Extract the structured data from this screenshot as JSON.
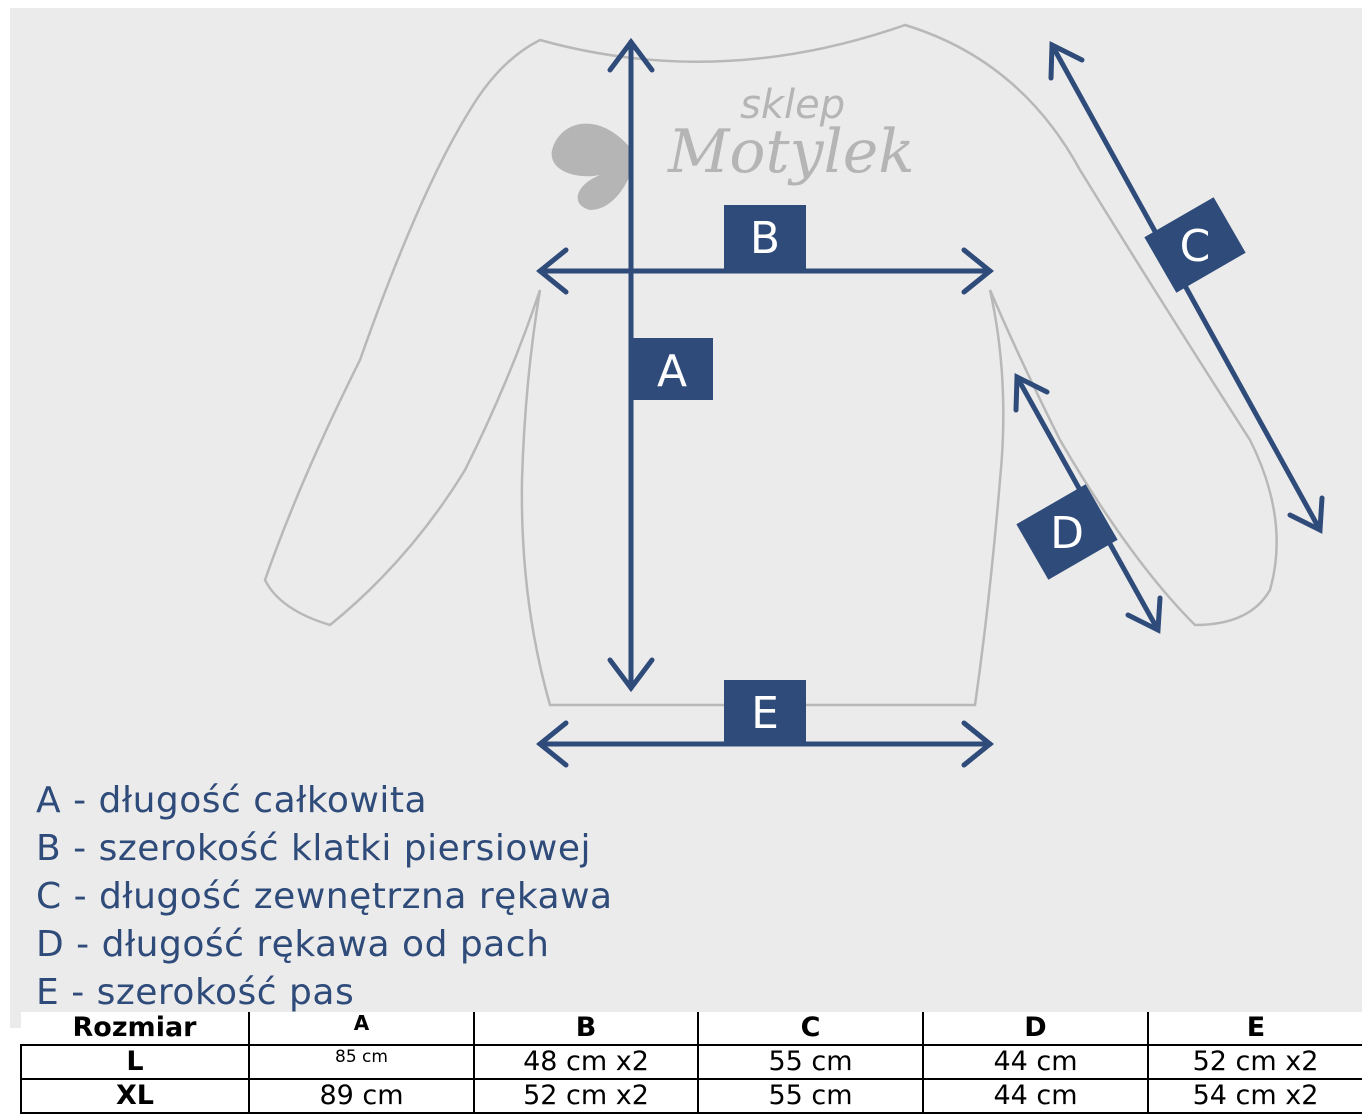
{
  "watermark": {
    "small": "sklep",
    "large": "Motylek"
  },
  "diagram_labels": {
    "a": "A",
    "b": "B",
    "c": "C",
    "d": "D",
    "e": "E"
  },
  "colors": {
    "accent": "#2f4b7a",
    "outline": "#b8b8b8",
    "panel": "#ebebeb"
  },
  "legend": [
    "A - długość całkowita",
    "B  - szerokość klatki piersiowej",
    "C - długość zewnętrzna rękawa",
    "D - długość rękawa od pach",
    "E  - szerokość pas"
  ],
  "table": {
    "headers": [
      "Rozmiar",
      "A",
      "B",
      "C",
      "D",
      "E"
    ],
    "rows": [
      [
        "L",
        "85 cm",
        "48 cm x2",
        "55 cm",
        "44 cm",
        "52 cm x2"
      ],
      [
        "XL",
        "89 cm",
        "52 cm x2",
        "55 cm",
        "44 cm",
        "54 cm x2"
      ]
    ]
  }
}
